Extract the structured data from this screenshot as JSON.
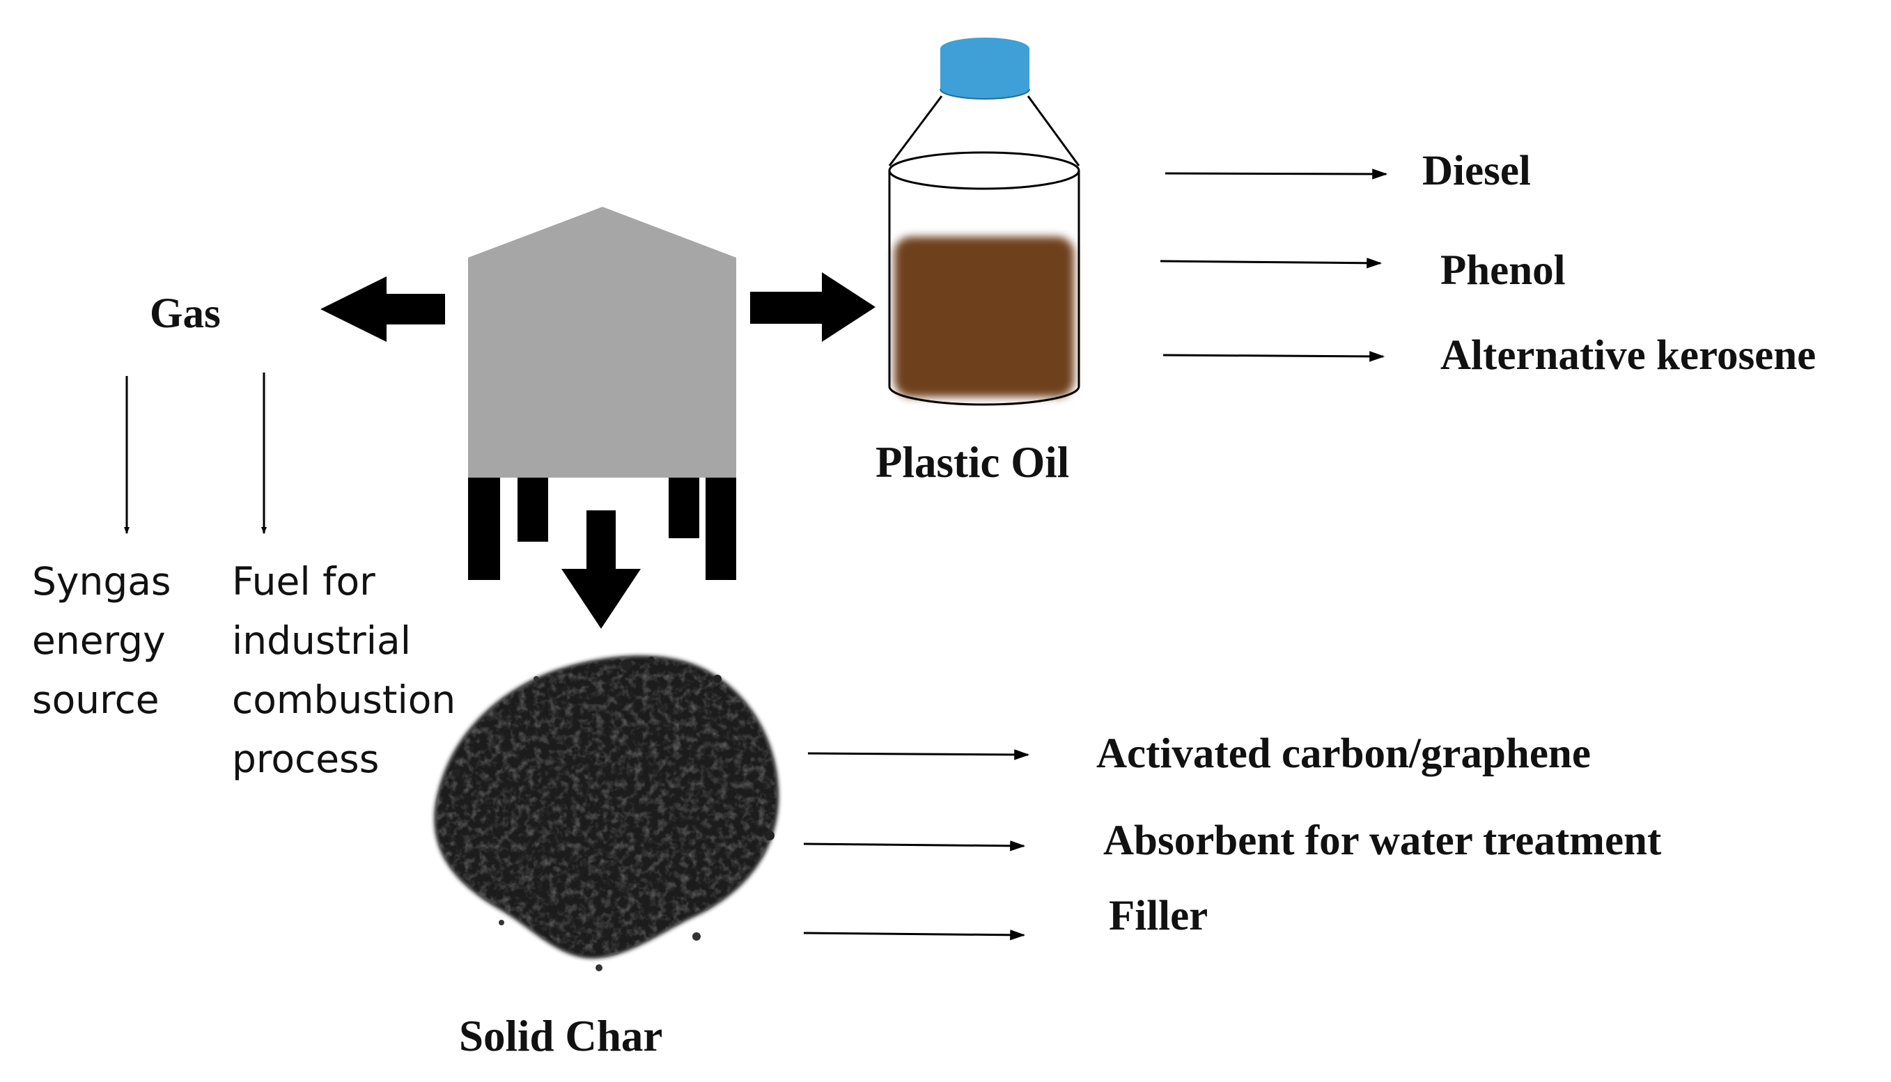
{
  "gas": {
    "label": "Gas",
    "uses": [
      [
        "Syngas",
        "energy",
        "source"
      ],
      [
        "Fuel for",
        "industrial",
        "combustion",
        "process"
      ]
    ]
  },
  "plastic_oil": {
    "label": "Plastic Oil",
    "products": [
      "Diesel",
      "Phenol",
      "Alternative kerosene"
    ]
  },
  "solid_char": {
    "label": "Solid Char",
    "products": [
      "Activated carbon/graphene",
      "Absorbent for water treatment",
      "Filler"
    ]
  },
  "colors": {
    "reactor": "#a6a6a6",
    "bottle_cap": "#3ea0d6",
    "oil": "#6e401e",
    "arrows": "#000000",
    "text": "#111111"
  }
}
